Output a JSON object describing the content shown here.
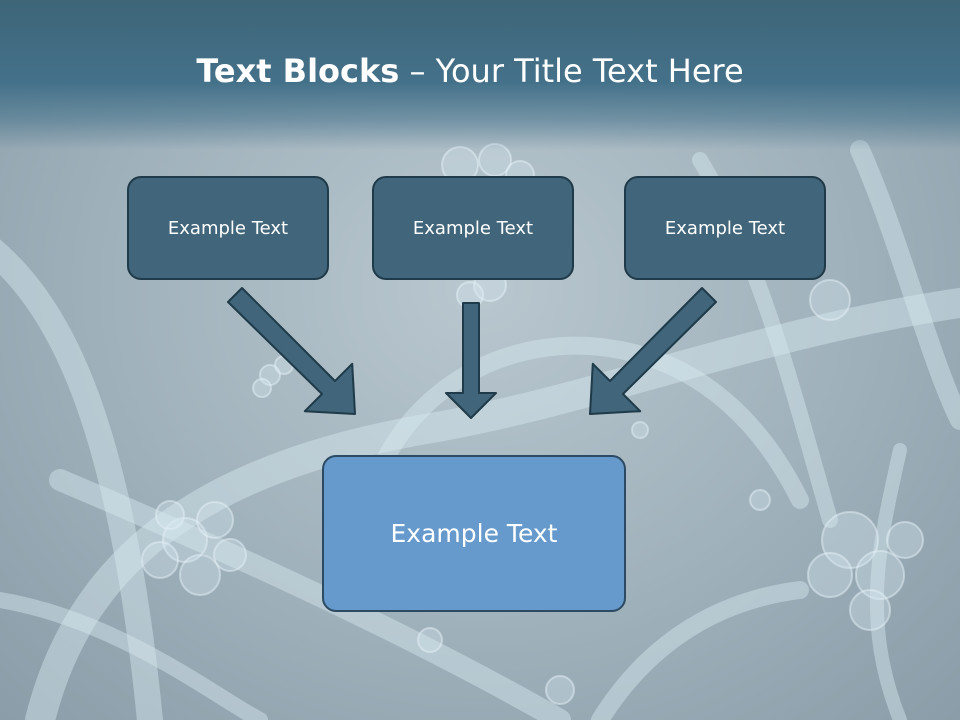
{
  "title": {
    "bold": "Text Blocks",
    "dash": " – ",
    "rest": "Your Title Text Here"
  },
  "boxes": {
    "left": "Example Text",
    "middle": "Example Text",
    "right": "Example Text",
    "bottom": "Example Text"
  },
  "colors": {
    "header": "#44718a",
    "small_box": "#41657a",
    "big_box": "#6699cc",
    "arrow": "#41657a",
    "outline": "#1f3a48"
  }
}
